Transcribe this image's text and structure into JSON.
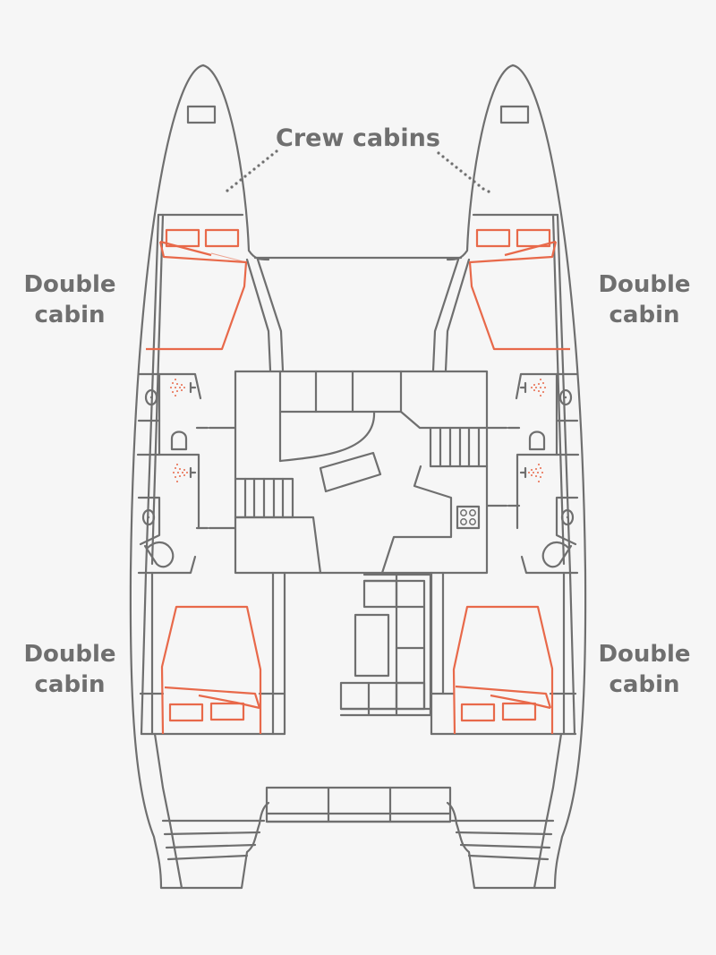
{
  "diagram": {
    "type": "catamaran-deck-plan",
    "colors": {
      "outline": "#6f6f6f",
      "cabin_highlight": "#e8694a",
      "background": "#f6f6f6"
    },
    "labels": {
      "crew_cabins": "Crew cabins",
      "double_cabin_top_left": [
        "Double",
        "cabin"
      ],
      "double_cabin_top_right": [
        "Double",
        "cabin"
      ],
      "double_cabin_bottom_left": [
        "Double",
        "cabin"
      ],
      "double_cabin_bottom_right": [
        "Double",
        "cabin"
      ]
    },
    "components": {
      "hulls": 2,
      "double_cabins": 4,
      "crew_cabins": 2,
      "heads_with_shower": 4,
      "stairs": 2,
      "cooktop_burners": 4
    }
  }
}
